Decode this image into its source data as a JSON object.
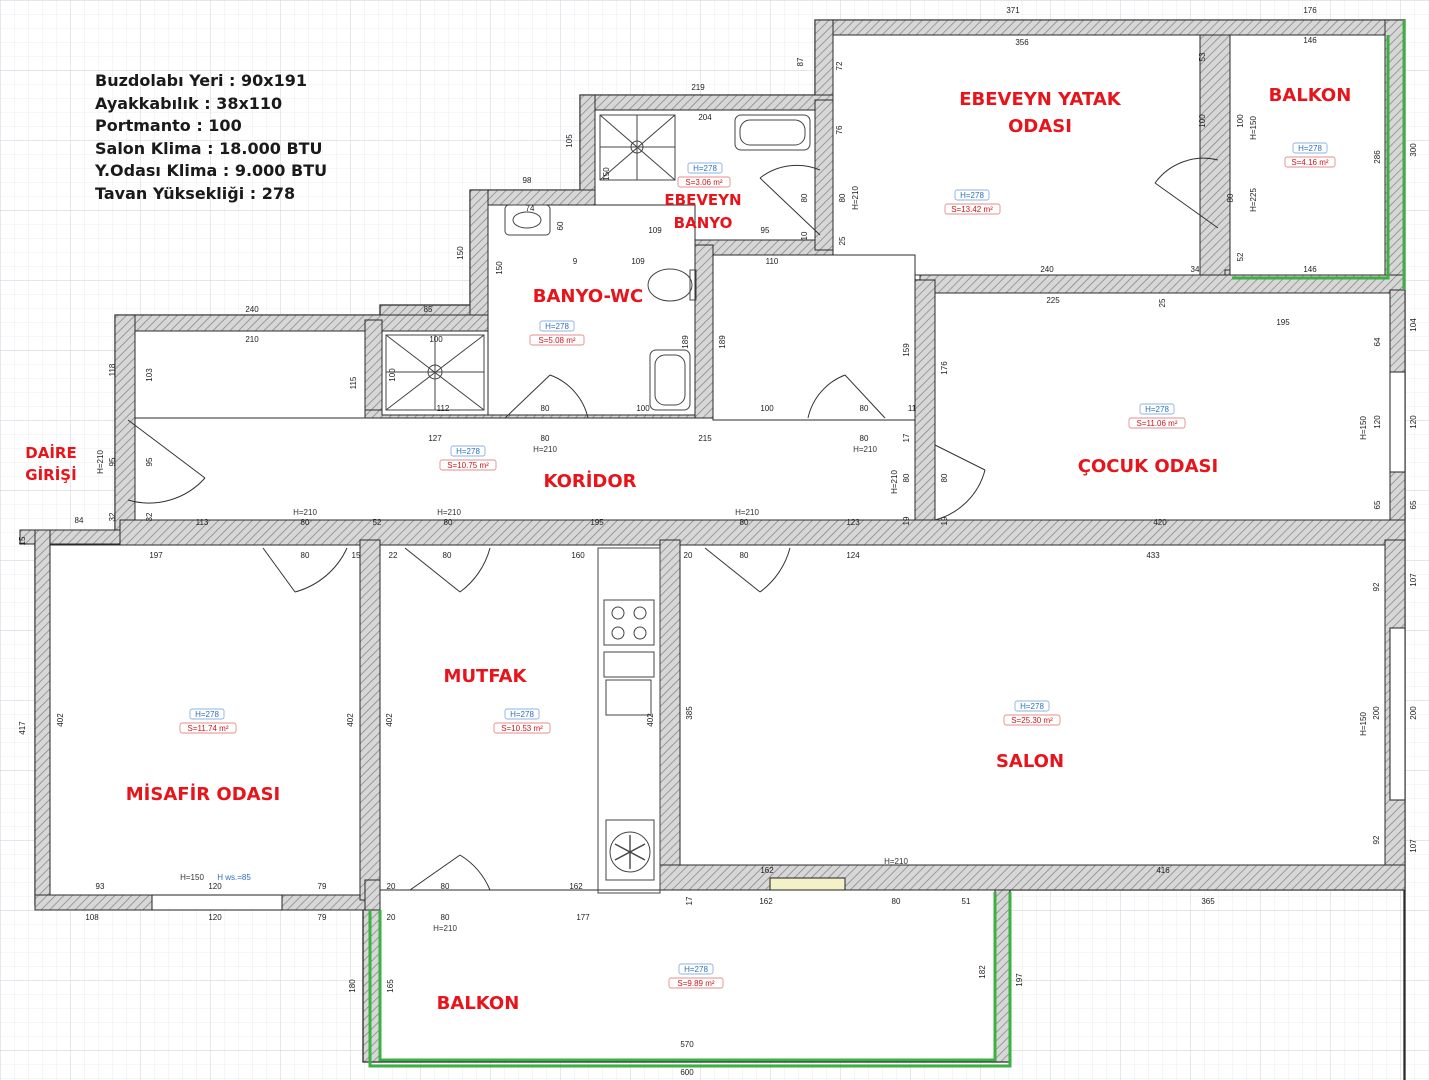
{
  "notes": [
    "Buzdolabı Yeri : 90x191",
    "Ayakkabılık : 38x110",
    "Portmanto : 100",
    "Salon Klima : 18.000 BTU",
    "Y.Odası Klima : 9.000 BTU",
    "Tavan Yüksekliği : 278"
  ],
  "rooms": {
    "ebeveyn_yatak": {
      "name_l1": "EBEVEYN YATAK",
      "name_l2": "ODASI",
      "h": "H=278",
      "s": "S=13.42 m²"
    },
    "balkon_top": {
      "name": "BALKON",
      "h": "H=278",
      "s": "S=4.16 m²"
    },
    "ebeveyn_banyo": {
      "name_l1": "EBEVEYN",
      "name_l2": "BANYO",
      "h": "H=278",
      "s": "S=3.06 m²"
    },
    "banyo_wc": {
      "name": "BANYO-WC",
      "h": "H=278",
      "s": "S=5.08 m²"
    },
    "koridor": {
      "name": "KORİDOR",
      "h": "H=278",
      "s": "S=10.75 m²"
    },
    "cocuk": {
      "name": "ÇOCUK ODASI",
      "h": "H=278",
      "s": "S=11.06 m²"
    },
    "misafir": {
      "name": "MİSAFİR ODASI",
      "h": "H=278",
      "s": "S=11.74 m²"
    },
    "mutfak": {
      "name": "MUTFAK",
      "h": "H=278",
      "s": "S=10.53 m²"
    },
    "salon": {
      "name": "SALON",
      "h": "H=278",
      "s": "S=25.30 m²"
    },
    "balkon_bottom": {
      "name": "BALKON",
      "h": "H=278",
      "s": "S=9.89 m²"
    }
  },
  "entrance": {
    "line1": "DAİRE",
    "line2": "GİRİŞİ"
  },
  "door_labels": {
    "h210": "H=210",
    "h150": "H=150",
    "hws": "H ws.=85",
    "h225": "H=225"
  },
  "dimensions": {
    "d371": "371",
    "d176": "176",
    "d356": "356",
    "d146": "146",
    "d219": "219",
    "d204": "204",
    "d87": "87",
    "d72": "72",
    "d53": "53",
    "d76": "76",
    "d100": "100",
    "d286": "286",
    "d300": "300",
    "d105": "105",
    "d98": "98",
    "d74": "74",
    "d60": "60",
    "d150": "150",
    "d109": "109",
    "d95": "95",
    "d9": "9",
    "d110": "110",
    "d80": "80",
    "d10": "10",
    "d25": "25",
    "d240": "240",
    "d34": "34",
    "d52": "52",
    "d225": "225",
    "d195": "195",
    "d104": "104",
    "d64": "64",
    "d85": "85",
    "d210": "210",
    "d118": "118",
    "d103": "103",
    "d115": "115",
    "d189": "189",
    "d159": "159",
    "d176b": "176",
    "d112": "112",
    "d11": "11",
    "d127": "127",
    "d215": "215",
    "d17": "17",
    "d120": "120",
    "d420": "420",
    "d65": "65",
    "d19": "19",
    "d32": "32",
    "d84": "84",
    "d15": "15",
    "d113": "113",
    "d123": "123",
    "d197": "197",
    "d22": "22",
    "d160": "160",
    "d20": "20",
    "d124": "124",
    "d433": "433",
    "d92": "92",
    "d107": "107",
    "d417": "417",
    "d402": "402",
    "d385": "385",
    "d200": "200",
    "d93": "93",
    "d79": "79",
    "d162": "162",
    "d416": "416",
    "d108": "108",
    "d177": "177",
    "d51": "51",
    "d365": "365",
    "d180": "180",
    "d165": "165",
    "d182": "182",
    "d197b": "197",
    "d570": "570",
    "d600": "600"
  },
  "colors": {
    "wall": "#7a7a7a",
    "wall_dark": "#2b2b2b",
    "room_name": "#e8141b",
    "grid": "#d9dde3",
    "balcony_edge": "#3cb043",
    "h_tag": "#2a6fbd",
    "s_tag": "#d0151b"
  }
}
